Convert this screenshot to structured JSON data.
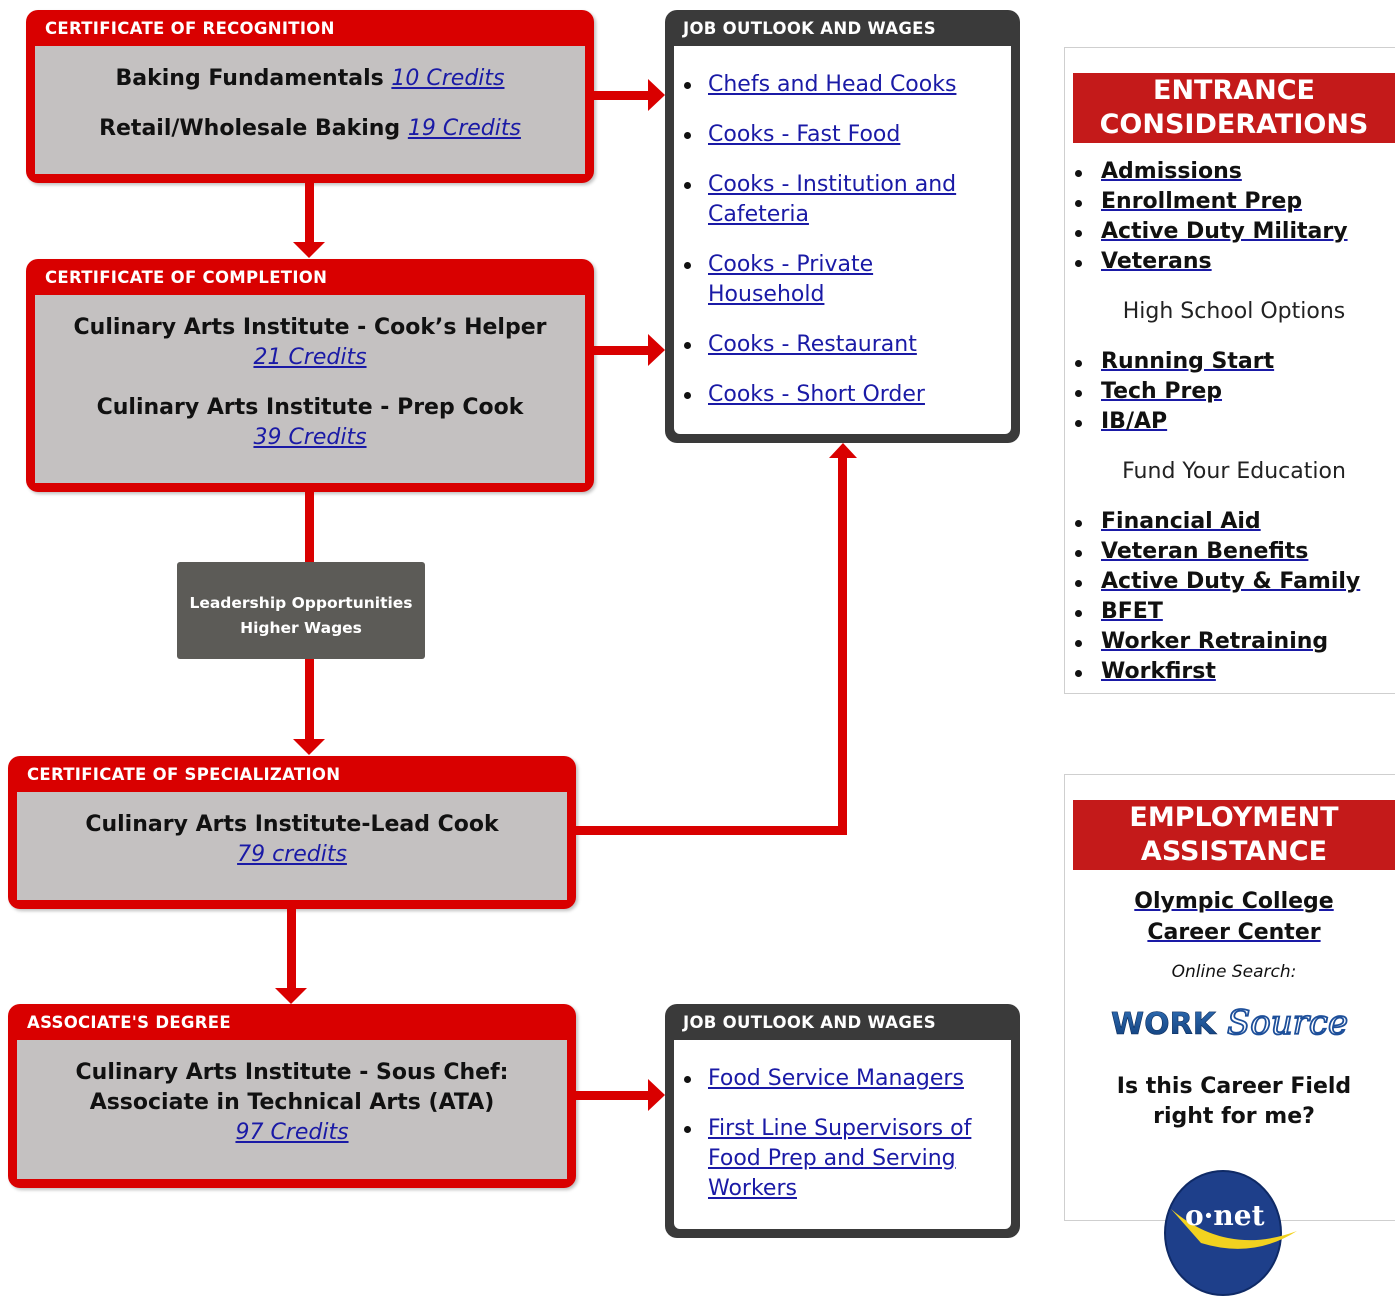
{
  "cert_recognition": {
    "heading": "CERTIFICATE OF RECOGNITION",
    "programs": [
      {
        "name": "Baking Fundamentals",
        "credits": "10 Credits"
      },
      {
        "name": "Retail/Wholesale Baking",
        "credits": "19 Credits"
      }
    ]
  },
  "cert_completion": {
    "heading": "CERTIFICATE OF COMPLETION",
    "programs": [
      {
        "name": "Culinary Arts Institute - Cook’s Helper",
        "credits": "21 Credits"
      },
      {
        "name": "Culinary Arts Institute - Prep Cook",
        "credits": "39 Credits"
      }
    ]
  },
  "leadership": {
    "line1": "Leadership Opportunities",
    "line2": "Higher Wages"
  },
  "cert_specialization": {
    "heading": "CERTIFICATE OF SPECIALIZATION",
    "programs": [
      {
        "name": "Culinary Arts Institute-Lead Cook",
        "credits": "79 credits"
      }
    ]
  },
  "associate": {
    "heading": "ASSOCIATE'S DEGREE",
    "name_line1": "Culinary Arts Institute - Sous Chef:",
    "name_line2": "Associate in Technical Arts (ATA)",
    "credits": "97 Credits"
  },
  "job_outlook_1": {
    "heading": "JOB OUTLOOK AND WAGES",
    "items": [
      "Chefs and Head Cooks",
      "Cooks - Fast Food",
      "Cooks - Institution and Cafeteria",
      "Cooks - Private Household",
      "Cooks - Restaurant",
      "Cooks - Short Order"
    ]
  },
  "job_outlook_2": {
    "heading": "JOB OUTLOOK AND WAGES",
    "items": [
      "Food Service Managers",
      "First Line Supervisors of Food Prep and Serving Workers"
    ]
  },
  "entrance": {
    "title": "ENTRANCE CONSIDERATIONS",
    "links1": [
      "Admissions",
      "Enrollment Prep",
      "Active Duty Military",
      "Veterans"
    ],
    "sub1": "High School Options",
    "links2": [
      "Running Start",
      "Tech Prep",
      "IB/AP"
    ],
    "sub2": "Fund Your Education",
    "links3": [
      "Financial Aid",
      "Veteran Benefits",
      "Active Duty & Family",
      "BFET",
      "Worker Retraining",
      "Workfirst"
    ]
  },
  "employment": {
    "title": "EMPLOYMENT ASSISTANCE",
    "career_line1": "Olympic College",
    "career_line2": "Career Center",
    "online_search": "Online Search:",
    "worksource_logo": "WorkSource",
    "question": "Is this Career Field right for me?",
    "onet_logo": "o·net"
  },
  "colors": {
    "red": "#d90000",
    "dark": "#3a3a3a",
    "panel_gray": "#c4c1c1",
    "sidebar_red": "#c41a1a"
  }
}
